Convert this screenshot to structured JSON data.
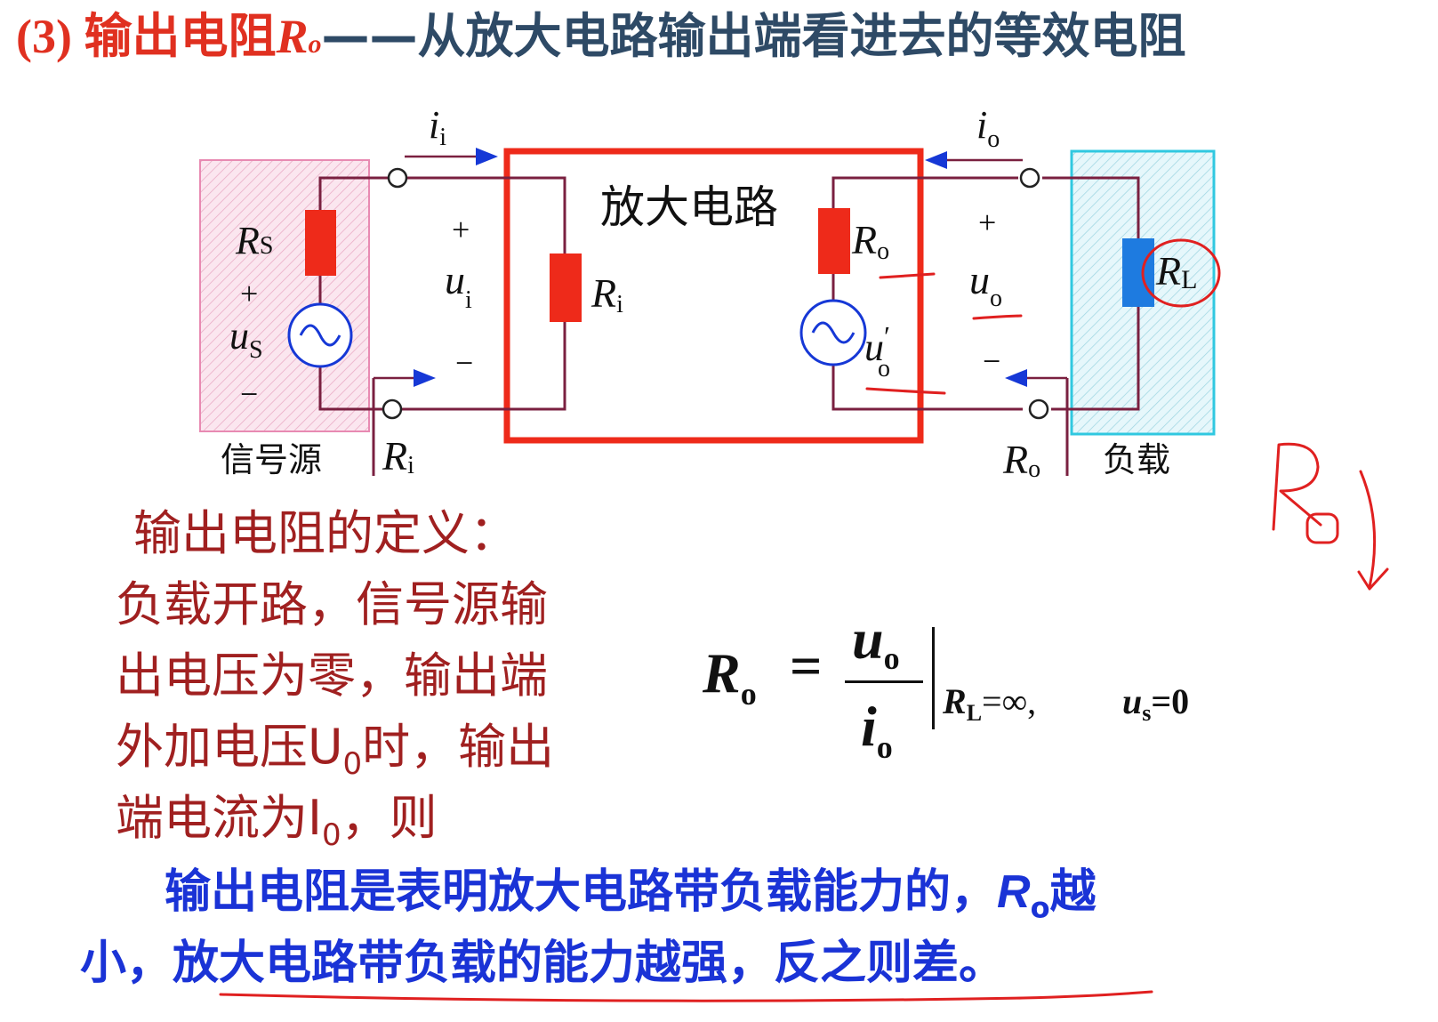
{
  "title": {
    "prefix": "(3) ",
    "name": "输出电阻",
    "symbol": "R",
    "symbol_sub": "o",
    "dash": "——",
    "description": "从放大电路输出端看进去的等效电阻"
  },
  "diagram": {
    "source_label": "信号源",
    "amp_label": "放大电路",
    "load_label": "负载",
    "rs_label": "R",
    "rs_sub": "S",
    "us_label": "u",
    "us_sub": "S",
    "plus": "+",
    "minus": "−",
    "ii_label": "i",
    "ii_sub": "i",
    "ui_label": "u",
    "ui_sub": "i",
    "ri_label": "R",
    "ri_sub": "i",
    "ro_label": "R",
    "ro_sub": "o",
    "uo_prime_label": "u",
    "uo_prime_sub": "o",
    "prime": "′",
    "io_label": "i",
    "io_sub": "o",
    "uo_label": "u",
    "uo_sub": "o",
    "rl_label": "R",
    "rl_sub": "L",
    "ri_bottom_label": "R",
    "ri_bottom_sub": "i",
    "ro_bottom_label": "R",
    "ro_bottom_sub": "o",
    "handwritten_note": "Ro↓"
  },
  "definition": {
    "heading": "输出电阻的定义：",
    "line1": "负载开路，信号源输",
    "line2": "出电压为零，输出端",
    "line3_a": "外加电压U",
    "line3_sub": "0",
    "line3_b": "时，输出",
    "line4_a": "端电流为I",
    "line4_sub": "0",
    "line4_b": "，则"
  },
  "formula": {
    "lhs": "R",
    "lhs_sub": "o",
    "eq": "=",
    "num": "u",
    "num_sub": "o",
    "den": "i",
    "den_sub": "o",
    "cond1": "R",
    "cond1_sub": "L",
    "cond1_val": "=∞,",
    "cond2": "u",
    "cond2_sub": "s",
    "cond2_val": "=0"
  },
  "note": {
    "line1_a": "输出电阻是表明放大电路带负载能力的，",
    "line1_sym": "R",
    "line1_sub": "o",
    "line1_b": "越",
    "line2": "小，放大电路带负载的能力越强，反之则差。"
  },
  "colors": {
    "title_red": "#e03020",
    "title_blue": "#2e4a66",
    "definition": "#a02020",
    "note_blue": "#1a33d6",
    "resistor_red": "#ee2a1a",
    "load_resistor_blue": "#1e7be0",
    "wire": "#7a2040",
    "annotation_red": "#e02020",
    "arrow_blue": "#1638d6"
  }
}
